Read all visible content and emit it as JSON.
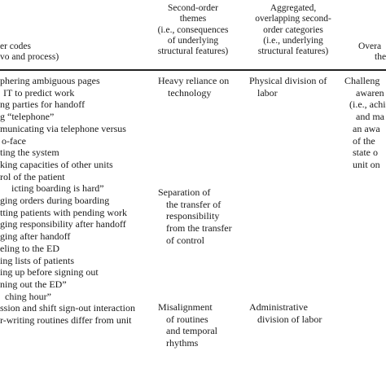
{
  "header": {
    "col1": [
      "er codes",
      "vo and process)"
    ],
    "col2": [
      "Second-order",
      "themes",
      "(i.e., consequences",
      "of underlying",
      "structural features)"
    ],
    "col3": [
      "Aggregated,",
      "overlapping second-",
      "order categories",
      "(i.e., underlying",
      "structural features)"
    ],
    "col4": [
      "Overa",
      "the"
    ]
  },
  "codes": [
    "phering ambiguous pages",
    "IT to predict work",
    "ng parties for handoff",
    "g “telephone”",
    "municating via telephone versus",
    "o-face",
    "ting the system",
    "king capacities of other units",
    "rol of the patient",
    "icting boarding is hard”",
    "ging orders during boarding",
    "tting patients with pending work",
    "ging responsibility after handoff",
    "ging after handoff",
    "eling to the ED",
    "ing lists of patients",
    "ing up before signing out",
    "ning out the ED”",
    "ching hour”",
    "ssion and shift sign-out interaction",
    "r-writing routines differ from unit"
  ],
  "themes": [
    [
      "Heavy reliance on",
      "technology"
    ],
    [
      "Separation of",
      "the transfer of",
      "responsibility",
      "from the transfer",
      "of control"
    ],
    [
      "Misalignment",
      "of routines",
      "and temporal",
      "rhythms"
    ]
  ],
  "categories": [
    [
      "Physical division of",
      "labor"
    ],
    [
      "Administrative",
      "division of labor"
    ]
  ],
  "overarching": [
    "Challeng",
    "awaren",
    "(i.e., achi",
    "and ma",
    "an awa",
    "of the",
    "state o",
    "unit on"
  ]
}
